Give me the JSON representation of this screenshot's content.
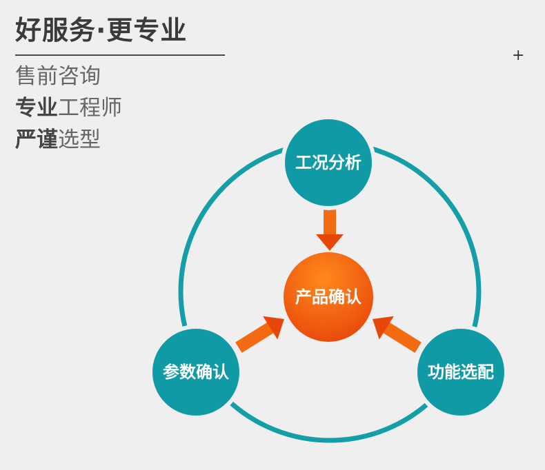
{
  "header": {
    "title": "好服务·更专业",
    "lines": [
      {
        "strong": "",
        "normal": "售前咨询"
      },
      {
        "strong": "专业",
        "normal": "工程师"
      },
      {
        "strong": "严谨",
        "normal": "选型"
      }
    ],
    "corner_mark": "+"
  },
  "diagram": {
    "center_node": "产品确认",
    "nodes": {
      "top": "工况分析",
      "left": "参数确认",
      "right": "功能选配"
    },
    "colors": {
      "ring": "#139ea8",
      "node_fill": "#0f9aa5",
      "center_top": "#ff8a1c",
      "center_bottom": "#e8470b",
      "arrow": "#f26a12"
    }
  }
}
